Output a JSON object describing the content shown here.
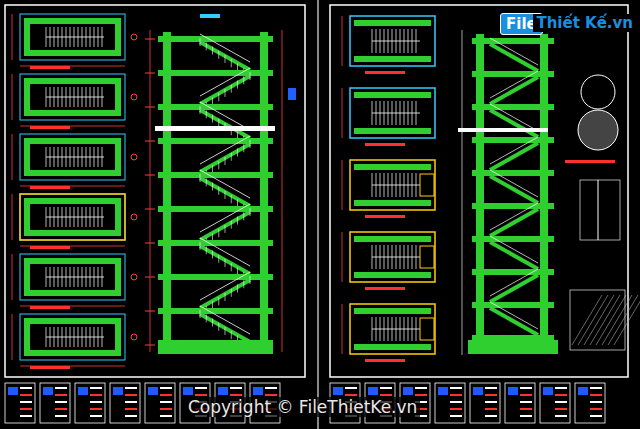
{
  "diagram": {
    "nodes": [
      {
        "text": [
          "File"
        ]
      }
    ],
    "labels": [
      "Thiết Kế.vn",
      "Copyright © FileThietKe.vn"
    ]
  }
}
